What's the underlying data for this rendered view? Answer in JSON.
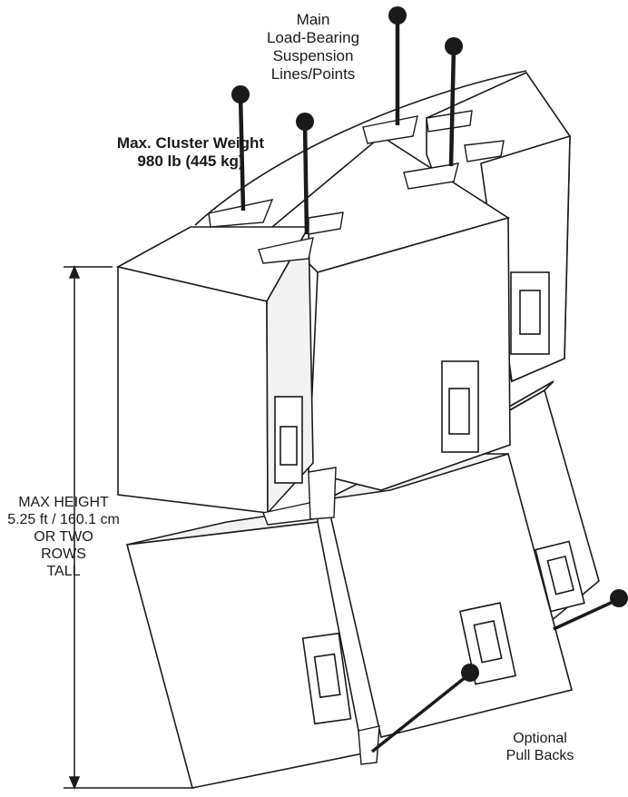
{
  "labels": {
    "suspension": [
      "Main",
      "Load-Bearing",
      "Suspension",
      "Lines/Points"
    ],
    "weight": [
      "Max. Cluster Weight",
      "980 lb (445 kg)"
    ],
    "height": [
      "MAX HEIGHT",
      "5.25 ft / 160.1 cm",
      "OR TWO",
      "ROWS",
      "TALL"
    ],
    "pullbacks": [
      "Optional",
      "Pull Backs"
    ]
  },
  "colors": {
    "line": "#1a1a1a",
    "fill": "#ffffff",
    "shade": "#f2f2f2",
    "knob": "#1a1a1a"
  }
}
